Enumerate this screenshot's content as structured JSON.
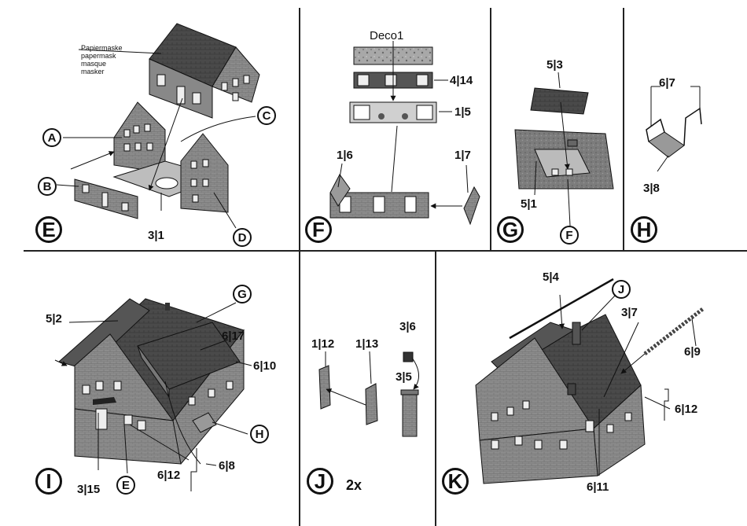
{
  "panels": {
    "E": {
      "badge": "E",
      "callouts": {
        "A": "A",
        "B": "B",
        "C": "C",
        "D": "D"
      },
      "mask_note": [
        "Papiermaske",
        "papermask",
        "masque",
        "masker"
      ],
      "part_31": "3|1"
    },
    "F": {
      "badge": "F",
      "parts": {
        "deco": "Deco1",
        "p414": "4|14",
        "p15": "1|5",
        "p16": "1|6",
        "p17": "1|7"
      }
    },
    "G": {
      "badge": "G",
      "callout_f": "F",
      "parts": {
        "p53": "5|3",
        "p51": "5|1"
      }
    },
    "H": {
      "badge": "H",
      "parts": {
        "p67": "6|7",
        "p38": "3|8"
      }
    },
    "I": {
      "badge": "I",
      "callouts": {
        "G": "G",
        "H": "H",
        "E": "E"
      },
      "parts": {
        "p52": "5|2",
        "p617": "6|17",
        "p610": "6|10",
        "p612": "6|12",
        "p68": "6|8",
        "p315": "3|15"
      }
    },
    "J": {
      "badge": "J",
      "multiplier": "2x",
      "parts": {
        "p112": "1|12",
        "p113": "1|13",
        "p36": "3|6",
        "p35": "3|5"
      }
    },
    "K": {
      "badge": "K",
      "callout_j": "J",
      "parts": {
        "p54": "5|4",
        "p37": "3|7",
        "p69": "6|9",
        "p612": "6|12",
        "p611": "6|11"
      }
    }
  },
  "colors": {
    "ink": "#111111",
    "roof": "#3a3a3a",
    "wall": "#9a9a9a",
    "base": "#7a7a7a"
  }
}
